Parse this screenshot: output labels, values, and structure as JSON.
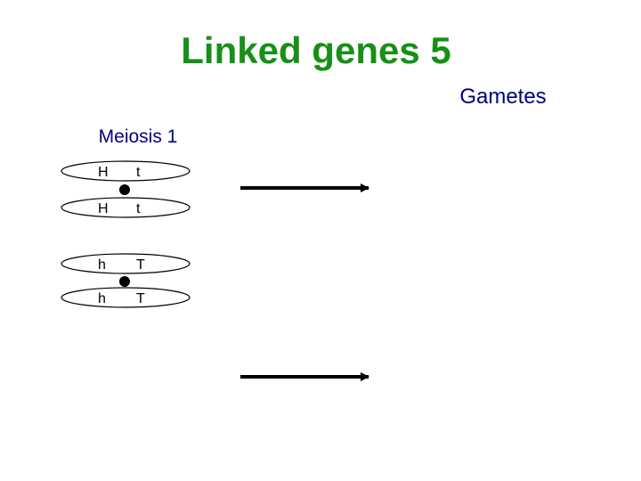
{
  "title": "Linked genes 5",
  "gametes_label": "Gametes",
  "meiosis_label": "Meiosis 1",
  "chromosome_pairs": [
    {
      "chromatids": [
        {
          "alleles": [
            "H",
            "t"
          ]
        },
        {
          "alleles": [
            "H",
            "t"
          ]
        }
      ]
    },
    {
      "chromatids": [
        {
          "alleles": [
            "h",
            "T"
          ]
        },
        {
          "alleles": [
            "h",
            "T"
          ]
        }
      ]
    }
  ],
  "colors": {
    "title": "#169016",
    "labels": "#000080",
    "chromosome_stroke": "#000000",
    "arrow": "#000000"
  }
}
